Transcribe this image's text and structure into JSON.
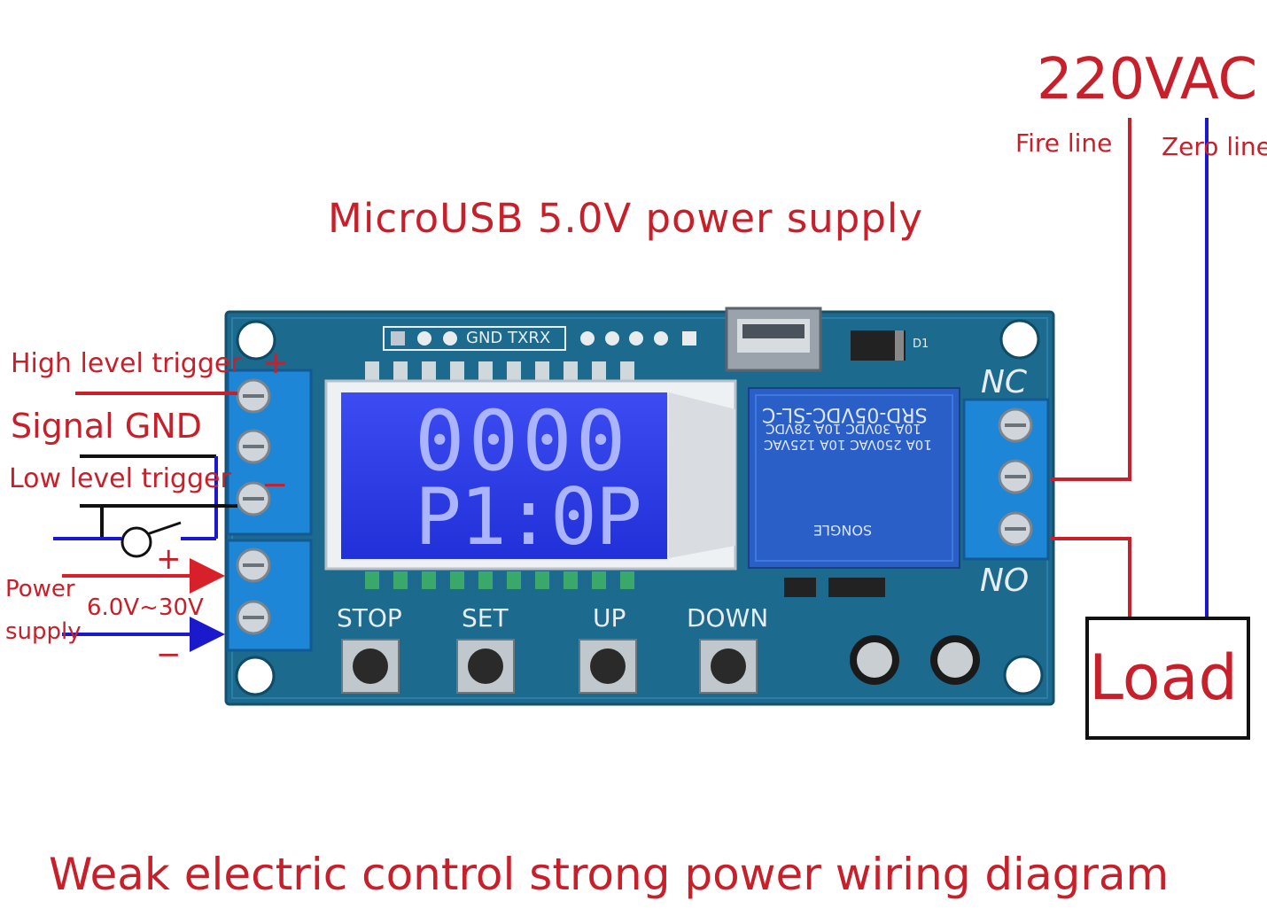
{
  "colors": {
    "label_red": "#c8202a",
    "wire_blue": "#1a1acc",
    "wire_black": "#111111",
    "board": "#1c6a8e",
    "lcd": "#2f3fe6",
    "relay": "#2a5fc8",
    "terminal": "#1e86d6"
  },
  "top_title": "MicroUSB 5.0V power supply",
  "bottom_title": "Weak electric control strong power wiring diagram",
  "mains": {
    "voltage": "220VAC",
    "fire_line": "Fire line",
    "zero_line": "Zero line"
  },
  "load_label": "Load",
  "relay_contacts": {
    "nc": "NC",
    "no": "NO"
  },
  "left_labels": {
    "high_trigger": "High level trigger",
    "high_sign": "+",
    "signal_gnd": "Signal GND",
    "low_trigger": "Low level trigger",
    "low_sign": "−",
    "power": "Power",
    "supply": "supply",
    "range": "6.0V~30V",
    "plus": "+",
    "minus": "−"
  },
  "board": {
    "header_label": "GND TXRX",
    "d1_label": "D1",
    "buttons": [
      "STOP",
      "SET",
      "UP",
      "DOWN"
    ],
    "lcd_line1": "0000",
    "lcd_line2": "P1:0P",
    "relay_text": [
      "SRD-05VDC-SL-C",
      "10A 250VAC  10A 125VAC",
      "10A 30VDC  10A 28VDC",
      "SONGLE"
    ]
  }
}
